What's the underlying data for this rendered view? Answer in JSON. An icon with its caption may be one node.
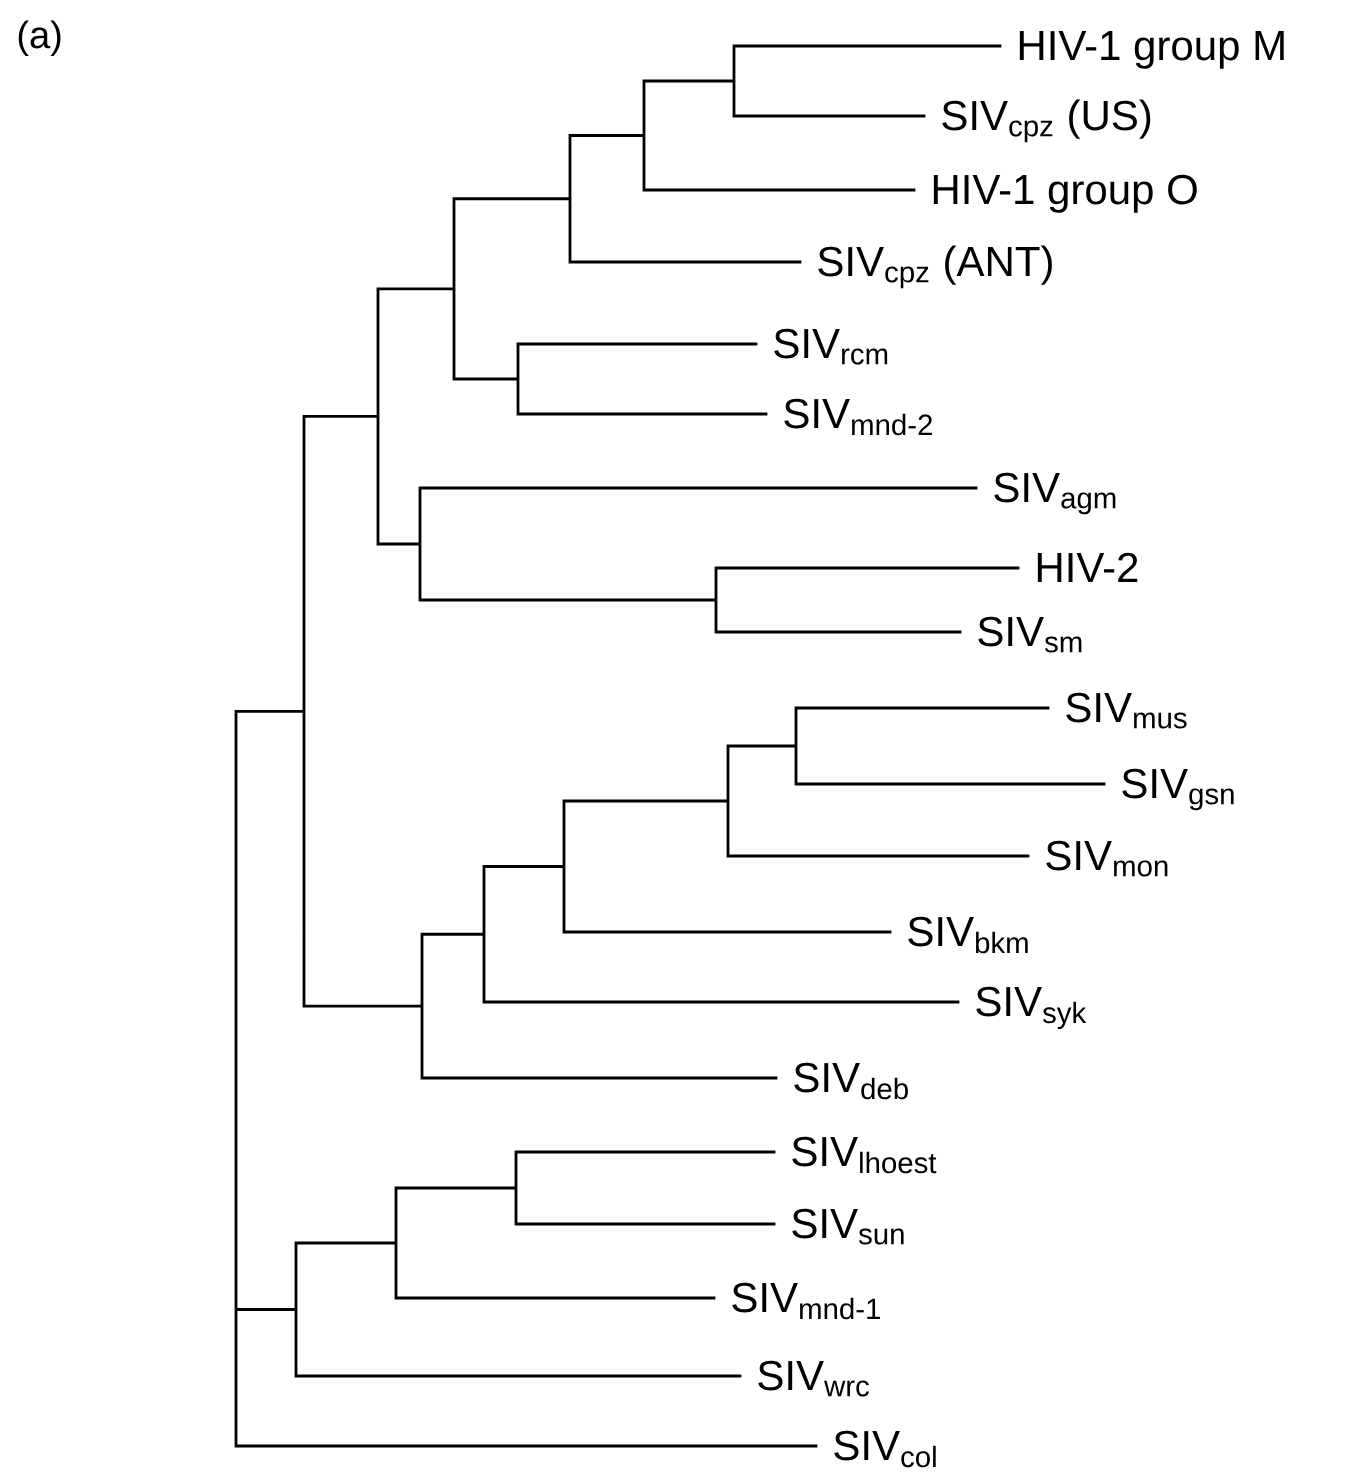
{
  "diagram": {
    "labels": [
      "(a)",
      "HIV-1 group M",
      "SIV$_{cpz}$ (US)",
      "HIV-1 group O",
      "SIV$_{cpz}$ (ANT)",
      "SIV$_{rcm}$",
      "SIV$_{mnd-2}$",
      "SIV$_{agm}$",
      "HIV-2",
      "SIV$_{sm}$",
      "SIV$_{mus}$",
      "SIV$_{gsn}$",
      "SIV$_{mon}$",
      "SIV$_{bkm}$",
      "SIV$_{syk}$",
      "SIV$_{deb}$",
      "SIV$_{lhoest}$",
      "SIV$_{sun}$",
      "SIV$_{mnd-1}$",
      "SIV$_{wrc}$",
      "SIV$_{col}$"
    ]
  }
}
